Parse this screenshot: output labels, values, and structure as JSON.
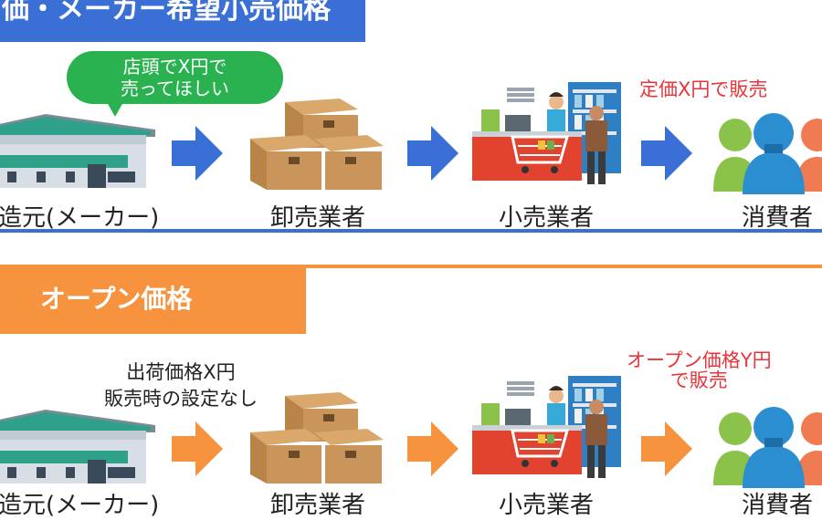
{
  "top_section": {
    "banner_title": "価・メーカー希望小売価格",
    "speech_bubble": {
      "line1": "店頭でX円で",
      "line2": "売ってほしい"
    },
    "retail_price_note": "定価X円で販売",
    "labels": {
      "maker": "造元(メーカー)",
      "wholesaler": "卸売業者",
      "retailer": "小売業者",
      "consumer": "消費者"
    },
    "arrow_color": "#3a6fd6"
  },
  "bottom_section": {
    "banner_title": "オープン価格",
    "shipping_note": {
      "line1": "出荷価格X円",
      "line2": "販売時の設定なし"
    },
    "retail_price_note": {
      "line1": "オープン価格Y円",
      "line2": "で販売"
    },
    "labels": {
      "maker": "造元(メーカー)",
      "wholesaler": "卸売業者",
      "retailer": "小売業者",
      "consumer": "消費者"
    },
    "arrow_color": "#f7923f"
  },
  "colors": {
    "blue": "#3a6fd6",
    "orange": "#f7923f",
    "green_bubble": "#29b24f",
    "red_text": "#e8353a"
  },
  "icons": [
    "factory-icon",
    "boxes-icon",
    "store-clerk-icon",
    "people-icon",
    "arrow-right-icon"
  ]
}
